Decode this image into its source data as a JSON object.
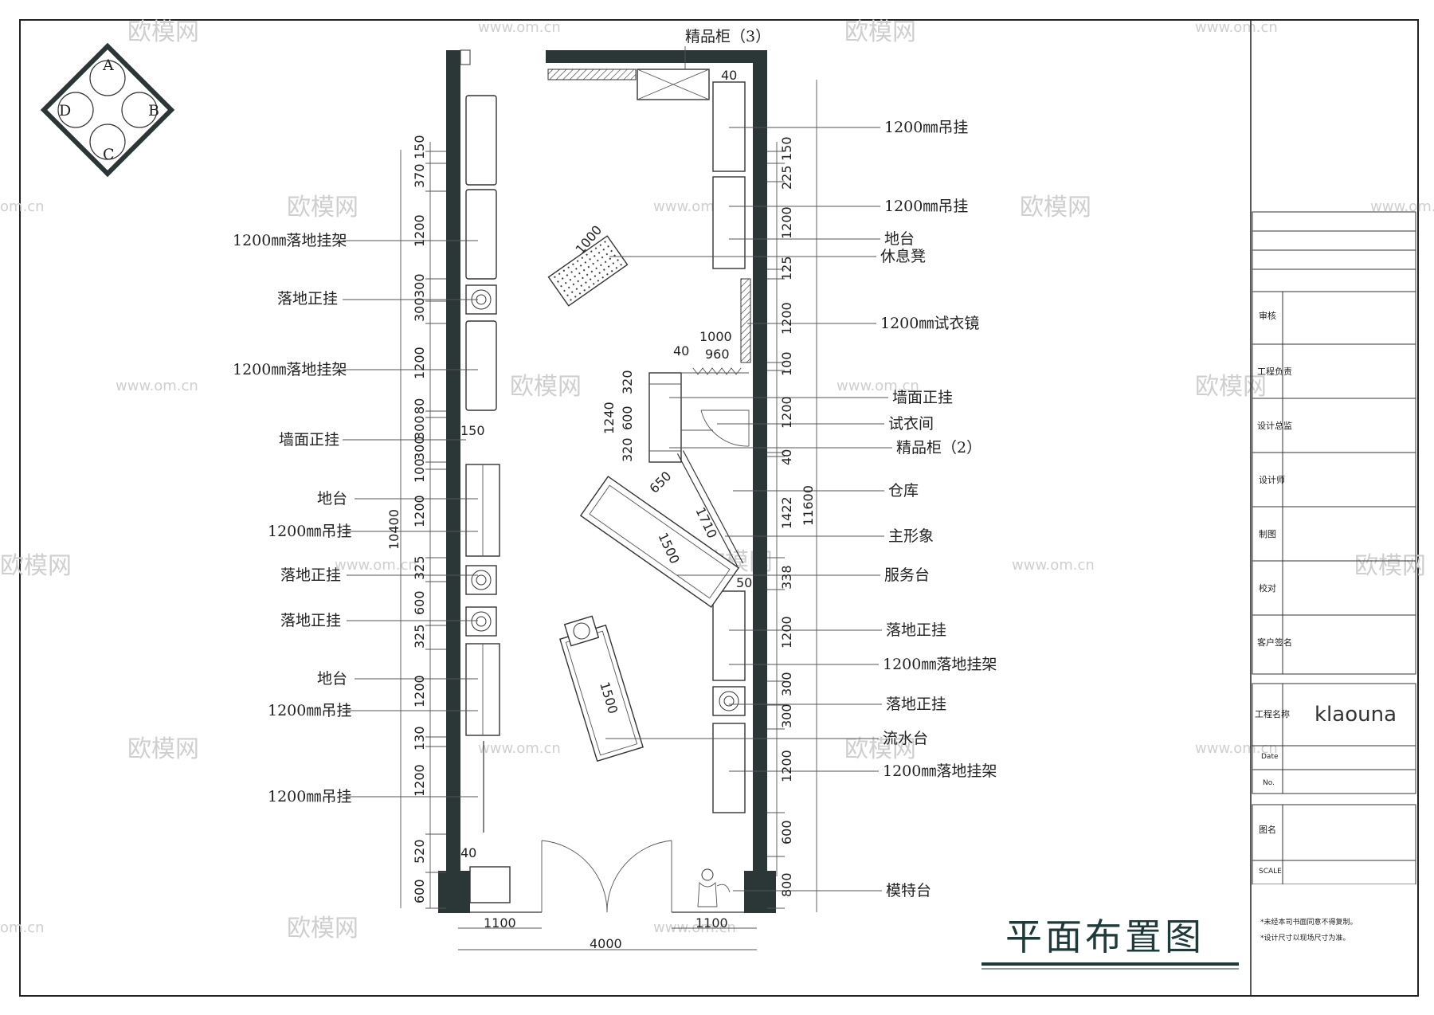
{
  "title": "平面布置图",
  "compass": {
    "a": "A",
    "b": "B",
    "c": "C",
    "d": "D"
  },
  "left_labels": [
    "1200㎜落地挂架",
    "落地正挂",
    "1200㎜落地挂架",
    "墙面正挂",
    "地台",
    "1200㎜吊挂",
    "落地正挂",
    "落地正挂",
    "地台",
    "1200㎜吊挂",
    "1200㎜吊挂"
  ],
  "right_labels": [
    "1200㎜吊挂",
    "1200㎜吊挂",
    "地台",
    "休息凳",
    "1200㎜试衣镜",
    "墙面正挂",
    "试衣间",
    "精品柜（2）",
    "仓库",
    "主形象",
    "服务台",
    "落地正挂",
    "1200㎜落地挂架",
    "落地正挂",
    "流水台",
    "1200㎜落地挂架",
    "模特台"
  ],
  "top_label": "精品柜（3）",
  "left_dims": [
    "150",
    "370",
    "1200",
    "300",
    "300",
    "1200",
    "80",
    "300",
    "300",
    "100",
    "1200",
    "325",
    "600",
    "325",
    "1200",
    "130",
    "1200",
    "520",
    "600"
  ],
  "left_total": "10400",
  "right_dims": [
    "150",
    "225",
    "1200",
    "125",
    "1200",
    "100",
    "1200",
    "40",
    "1422",
    "338",
    "1200",
    "300",
    "300",
    "1200",
    "600",
    "800"
  ],
  "right_total": "11600",
  "inner_dims": {
    "d1000_top": "1000",
    "d1000": "1000",
    "d960": "960",
    "d40a": "40",
    "d40b": "40",
    "d320a": "320",
    "d600": "600",
    "d320b": "320",
    "d1240": "1240",
    "d150": "150",
    "d650": "650",
    "d1710": "1710",
    "d1500a": "1500",
    "d50": "50",
    "d1500b": "1500",
    "d40c": "40"
  },
  "bottom_dims": {
    "left": "1100",
    "right": "1100",
    "total": "4000"
  },
  "title_block": {
    "rows": [
      "审核",
      "工程负责",
      "设计总监",
      "设计师",
      "制图",
      "校对",
      "客户签名"
    ],
    "project_label": "工程名称",
    "brand": "klaouna",
    "date_label": "Date",
    "no_label": "No.",
    "drawing_name_label": "图名",
    "scale_label": "SCALE",
    "notes": [
      "*未经本司书面同意不得复制。",
      "*设计尺寸以现场尺寸为准。"
    ]
  },
  "watermarks": {
    "logo": "欧模网",
    "url": "www.om.cn",
    "partial": "om.cn"
  },
  "colors": {
    "wall": "#2b3636",
    "line": "#333333",
    "title": "#1f3a3a"
  }
}
